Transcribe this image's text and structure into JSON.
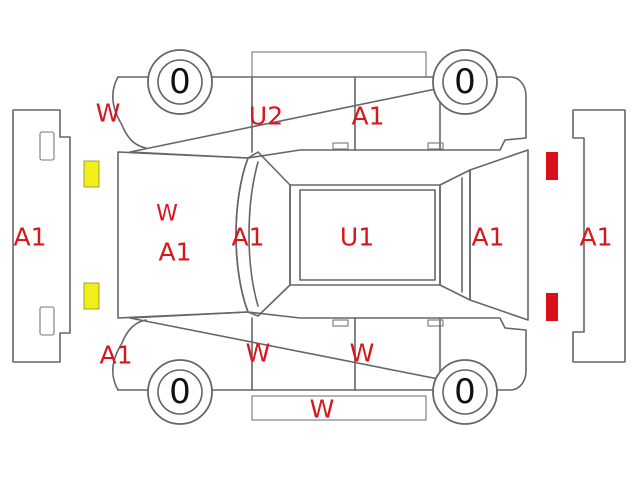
{
  "colors": {
    "outline": "#666666",
    "code_text": "#d8161c",
    "yellow_marker": "#f2ee1a",
    "red_marker": "#d90f1a"
  },
  "wheels": {
    "front_left": "0",
    "rear_left": "0",
    "front_right": "0",
    "rear_right": "0"
  },
  "codes": {
    "front_bumper": "A1",
    "rear_bumper": "A1",
    "front_left_fender": "W",
    "front_right_fender": "A1",
    "hood_top": "W",
    "hood_bottom": "A1",
    "windshield": "A1",
    "roof": "U1",
    "rear_window": "A1",
    "left_front_door": "U2",
    "left_rear_door": "A1",
    "right_front_door": "W",
    "right_rear_door": "W",
    "right_rocker": "W"
  }
}
